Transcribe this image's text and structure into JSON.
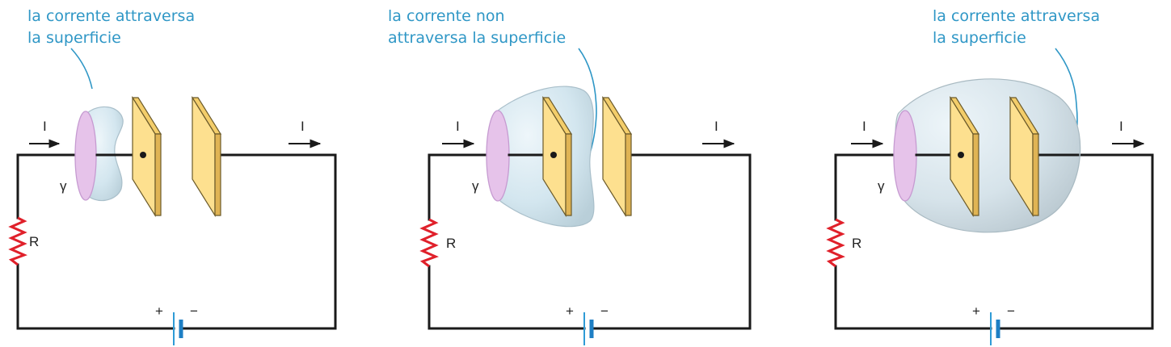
{
  "panels": [
    {
      "caption_line1": "la corrente attraversa",
      "caption_line2": "la superficie",
      "current_left": "I",
      "current_right": "I",
      "gamma": "γ",
      "resistor": "R",
      "plus": "+",
      "minus": "−"
    },
    {
      "caption_line1": "la corrente non",
      "caption_line2": "attraversa la superficie",
      "current_left": "I",
      "current_right": "I",
      "gamma": "γ",
      "resistor": "R",
      "plus": "+",
      "minus": "−"
    },
    {
      "caption_line1": "la corrente attraversa",
      "caption_line2": "la superficie",
      "current_left": "I",
      "current_right": "I",
      "gamma": "γ",
      "resistor": "R",
      "plus": "+",
      "minus": "−"
    }
  ],
  "colors": {
    "caption": "#2f97c6",
    "wire": "#1a1a1a",
    "resistor": "#e0202a",
    "plate": "#fde08f",
    "surface": "#d5e8f2",
    "disc": "#e6c3ea",
    "battery": "#2e9bd6"
  }
}
